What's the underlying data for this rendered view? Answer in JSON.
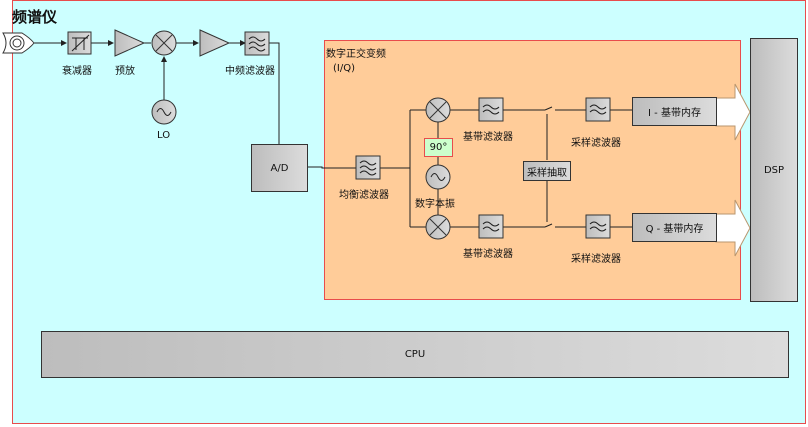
{
  "title": "频谱仪",
  "iq_block": {
    "title": "数字正交变频",
    "subtitle": "(I/Q)"
  },
  "rf_chain": {
    "attenuator": "衰减器",
    "preamp": "预放",
    "lo": "LO",
    "if_filter": "中频滤波器"
  },
  "ad": "A/D",
  "eq_filter": "均衡滤波器",
  "phase_shift": "90°",
  "digital_lo": "数字本振",
  "baseband_filter_i": "基带滤波器",
  "baseband_filter_q": "基带滤波器",
  "decimation": "采样抽取",
  "sample_filter_i": "采样滤波器",
  "sample_filter_q": "采样滤波器",
  "i_memory": "I - 基带内存",
  "q_memory": "Q - 基带内存",
  "dsp": "DSP",
  "cpu": "CPU",
  "colors": {
    "outer_bg": "#ccffff",
    "iq_bg": "#ffcc99",
    "border": "#e84c4c",
    "phase_bg": "#ccffcc"
  }
}
